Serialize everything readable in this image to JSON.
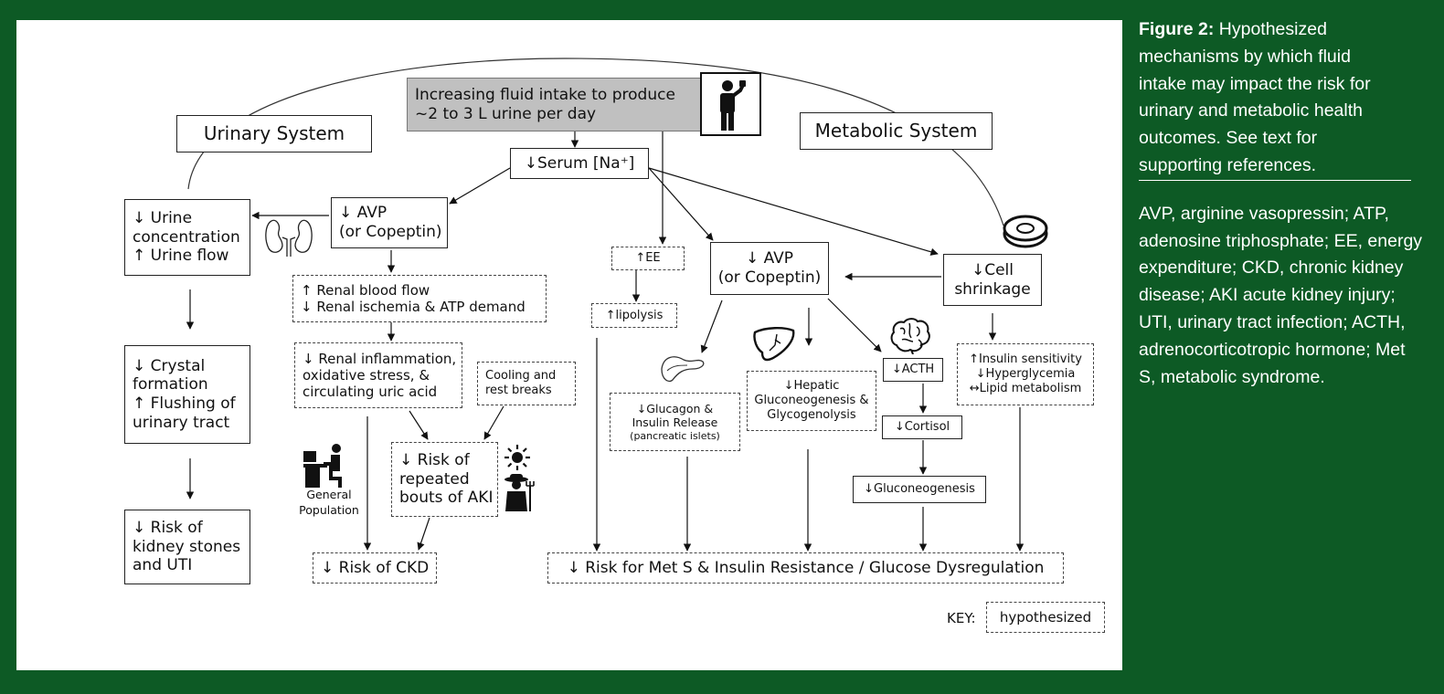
{
  "top_box": {
    "line1": "Increasing fluid intake to produce",
    "line2": "~2 to 3 L urine per day"
  },
  "urinary_system": "Urinary System",
  "metabolic_system": "Metabolic System",
  "serum_na": "↓Serum [Na⁺]",
  "urinary_chain": {
    "urine": [
      "↓ Urine",
      "concentration",
      "↑ Urine flow"
    ],
    "crystal": [
      "↓ Crystal",
      "formation",
      "↑ Flushing of",
      "urinary tract"
    ],
    "stones": [
      "↓ Risk of",
      "kidney stones",
      "and UTI"
    ]
  },
  "renal_chain": {
    "avp": [
      "↓ AVP",
      "(or Copeptin)"
    ],
    "blood_flow": [
      "↑ Renal blood flow",
      "↓ Renal ischemia & ATP demand"
    ],
    "inflammation": [
      "↓ Renal inflammation,",
      "oxidative stress, &",
      "circulating uric acid"
    ],
    "cooling": [
      "Cooling and",
      "rest breaks"
    ],
    "aki": [
      "↓ Risk of",
      "repeated",
      "bouts of AKI"
    ],
    "general_population": [
      "General",
      "Population"
    ],
    "ckd": "↓ Risk of CKD"
  },
  "metabolic_chain": {
    "ee": "↑EE",
    "lipolysis": "↑lipolysis",
    "avp": [
      "↓ AVP",
      "(or Copeptin)"
    ],
    "cell": [
      "↓Cell",
      "shrinkage"
    ],
    "glucagon": [
      "↓Glucagon &",
      "Insulin Release",
      "(pancreatic islets)"
    ],
    "hepatic": [
      "↓Hepatic",
      "Gluconeogenesis &",
      "Glycogenolysis"
    ],
    "acth": "↓ACTH",
    "cortisol": "↓Cortisol",
    "gluconeogenesis": "↓Gluconeogenesis",
    "insulin": [
      "↑Insulin sensitivity",
      "↓Hyperglycemia",
      "↔Lipid metabolism"
    ],
    "mets": "↓ Risk for Met S & Insulin Resistance / Glucose Dysregulation"
  },
  "key": {
    "label": "KEY:",
    "value": "hypothesized"
  },
  "caption": {
    "title": "Figure 2:",
    "lines": [
      "Hypothesized",
      "mechanisms by which fluid",
      "intake may impact the risk for",
      "urinary and metabolic health",
      "outcomes. See text for",
      "supporting references."
    ],
    "abbr": [
      "AVP, arginine vasopressin; ATP,",
      "adenosine triphosphate; EE, energy",
      "expenditure; CKD, chronic kidney",
      "disease; AKI acute kidney injury;",
      "UTI, urinary tract infection; ACTH,",
      "adrenocorticotropic hormone; Met",
      "S, metabolic syndrome."
    ]
  },
  "icons": [
    "person-drinking-icon",
    "kidney-icon",
    "office-worker-icon",
    "sun-icon",
    "farmer-icon",
    "cell-icon",
    "pancreas-icon",
    "liver-icon",
    "brain-icon"
  ]
}
